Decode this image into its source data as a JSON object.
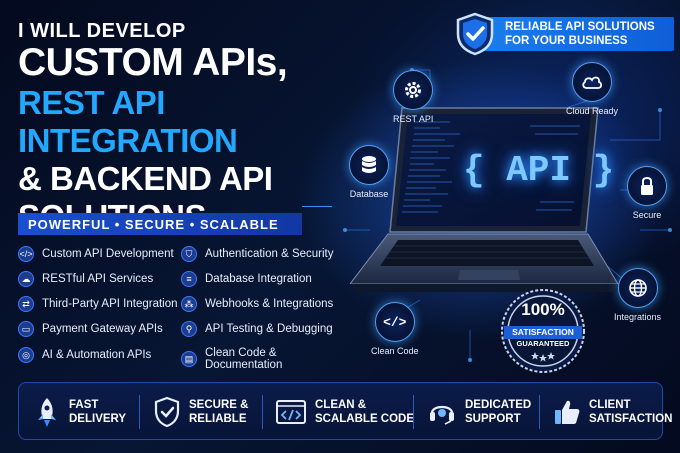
{
  "headline": {
    "line1": "I WILL DEVELOP",
    "line2": "CUSTOM APIs,",
    "line3": "REST API INTEGRATION",
    "line4": "& BACKEND API",
    "line5": "SOLUTIONS"
  },
  "tagline": "POWERFUL • SECURE • SCALABLE",
  "features_left": [
    "Custom API Development",
    "RESTful API Services",
    "Third-Party API Integration",
    "Payment Gateway APIs",
    "AI & Automation APIs"
  ],
  "features_right": [
    "Authentication & Security",
    "Database Integration",
    "Webhooks & Integrations",
    "API Testing & Debugging",
    "Clean Code & Documentation"
  ],
  "badge": {
    "line1": "RELIABLE API SOLUTIONS",
    "line2": "FOR YOUR BUSINESS"
  },
  "screen_text": "{ API }",
  "nodes": {
    "rest_api": "REST API",
    "cloud_ready": "Cloud Ready",
    "database": "Database",
    "secure": "Secure",
    "integrations": "Integrations",
    "clean_code": "Clean Code"
  },
  "seal": {
    "percent": "100%",
    "line1": "SATISFACTION",
    "line2": "GUARANTEED"
  },
  "bottom": [
    {
      "line1": "FAST",
      "line2": "DELIVERY"
    },
    {
      "line1": "SECURE &",
      "line2": "RELIABLE"
    },
    {
      "line1": "CLEAN &",
      "line2": "SCALABLE CODE"
    },
    {
      "line1": "DEDICATED",
      "line2": "SUPPORT"
    },
    {
      "line1": "CLIENT",
      "line2": "SATISFACTION"
    }
  ],
  "colors": {
    "accent": "#22a8ff",
    "background": "#050d24",
    "bar": "#1a4fd0"
  }
}
